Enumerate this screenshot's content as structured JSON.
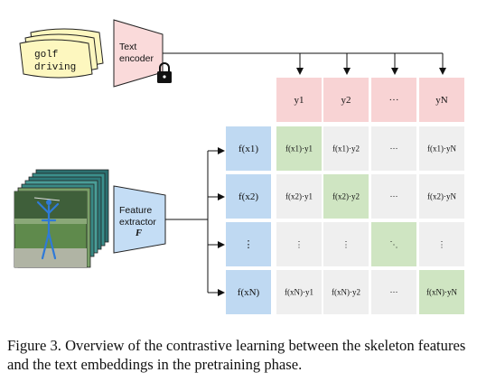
{
  "inputs": {
    "text_lines": [
      "golf",
      "driving"
    ]
  },
  "text_encoder": {
    "label_lines": [
      "Text",
      "encoder"
    ],
    "icon": "lock-icon"
  },
  "feature_extractor": {
    "label_lines": [
      "Feature",
      "extractor"
    ],
    "symbol": "F"
  },
  "matrix": {
    "col_headers": [
      "y1",
      "y2",
      "···",
      "yN"
    ],
    "row_headers": [
      "f(x1)",
      "f(x2)",
      "⋮",
      "f(xN)"
    ],
    "cells": [
      [
        "f(x1)·y1",
        "f(x1)·y2",
        "···",
        "f(x1)·yN"
      ],
      [
        "f(x2)·y1",
        "f(x2)·y2",
        "···",
        "f(x2)·yN"
      ],
      [
        "⋮",
        "⋮",
        "⋱",
        "⋮"
      ],
      [
        "f(xN)·y1",
        "f(xN)·y2",
        "···",
        "f(xN)·yN"
      ]
    ]
  },
  "caption": "Figure 3. Overview of the contrastive learning between the skeleton features and the text embeddings in the pretraining phase.",
  "colors": {
    "text_header": "#f8d3d4",
    "feature_header": "#bfd9f2",
    "diagonal": "#cfe5c2",
    "cell": "#efefef",
    "paper": "#fdf7bf",
    "encoder_fill": "#fadada",
    "extractor_fill": "#c4ddf5"
  }
}
